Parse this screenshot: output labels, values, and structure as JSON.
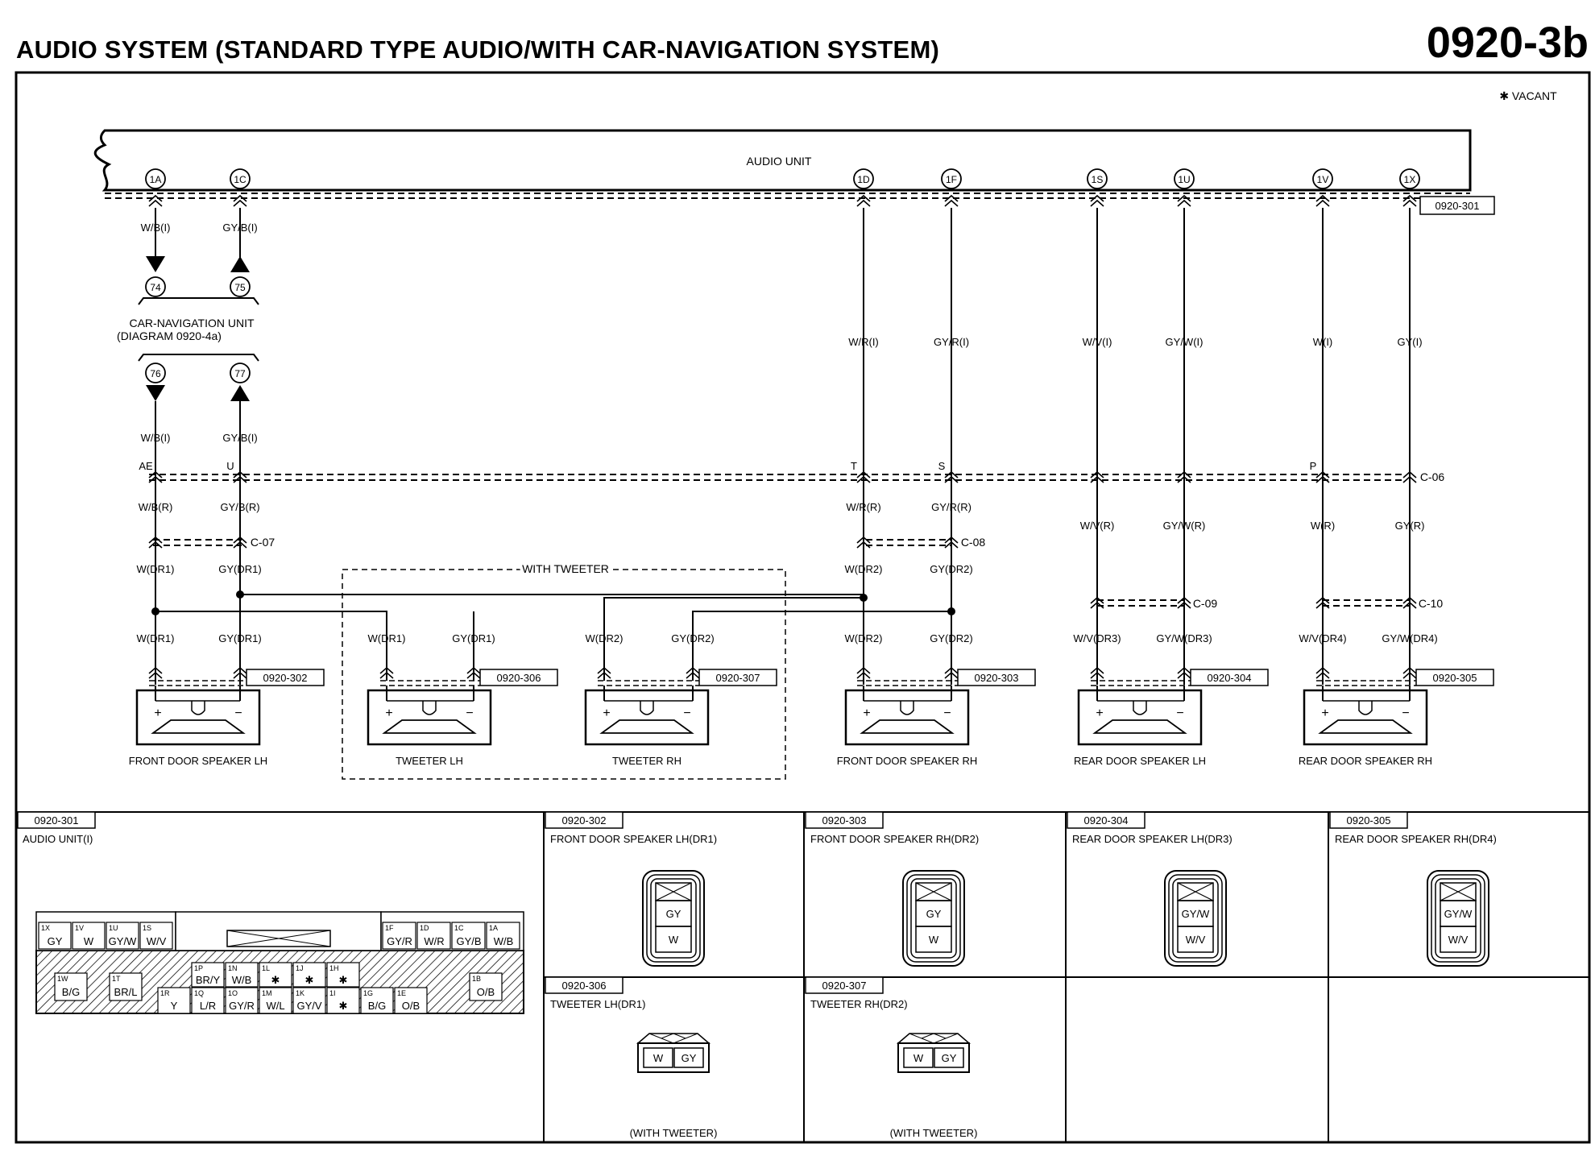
{
  "title": "AUDIO SYSTEM (STANDARD TYPE AUDIO/WITH CAR-NAVIGATION SYSTEM)",
  "diagram_number": "0920-3b",
  "legend": "✱ VACANT",
  "audio_unit": {
    "label": "AUDIO UNIT",
    "ref": "0920-301"
  },
  "nav_unit": {
    "label": "CAR-NAVIGATION UNIT",
    "sub": "(DIAGRAM 0920-4a)"
  },
  "with_tweeter_label": "WITH TWEETER",
  "connectors": {
    "c06": "C-06",
    "c07": "C-07",
    "c08": "C-08",
    "c09": "C-09",
    "c10": "C-10"
  },
  "circuits": [
    {
      "pin": "1A",
      "top": "W/B(I)",
      "nav_in": "74",
      "nav_out": "76",
      "nav_wire": "W/B(I)",
      "mid": "W/B(R)",
      "term": "AE",
      "low": "W(DR1)",
      "spk": "W(DR1)"
    },
    {
      "pin": "1C",
      "top": "GY/B(I)",
      "nav_in": "75",
      "nav_out": "77",
      "nav_wire": "GY/B(I)",
      "mid": "GY/B(R)",
      "term": "U",
      "low": "GY(DR1)",
      "spk": "GY(DR1)"
    },
    {
      "pin": "1D",
      "top": "W/R(I)",
      "mid": "W/R(R)",
      "term": "T",
      "low": "W(DR2)",
      "spk": "W(DR2)"
    },
    {
      "pin": "1F",
      "top": "GY/R(I)",
      "mid": "GY/R(R)",
      "term": "S",
      "low": "GY(DR2)",
      "spk": "GY(DR2)"
    },
    {
      "pin": "1S",
      "top": "W/V(I)",
      "mid": "W/V(R)",
      "low": "W/V(DR3)"
    },
    {
      "pin": "1U",
      "top": "GY/W(I)",
      "mid": "GY/W(R)",
      "low": "GY/W(DR3)"
    },
    {
      "pin": "1V",
      "top": "W(I)",
      "mid": "W(R)",
      "term": "P",
      "low": "W/V(DR4)"
    },
    {
      "pin": "1X",
      "top": "GY(I)",
      "mid": "GY(R)",
      "low": "GY/W(DR4)"
    }
  ],
  "tweeter_wires": {
    "lh_w": "W(DR1)",
    "lh_gy": "GY(DR1)",
    "rh_w": "W(DR2)",
    "rh_gy": "GY(DR2)"
  },
  "speakers": [
    {
      "ref": "0920-302",
      "name": "FRONT DOOR SPEAKER LH"
    },
    {
      "ref": "0920-306",
      "name": "TWEETER LH"
    },
    {
      "ref": "0920-307",
      "name": "TWEETER RH"
    },
    {
      "ref": "0920-303",
      "name": "FRONT DOOR SPEAKER RH"
    },
    {
      "ref": "0920-304",
      "name": "REAR DOOR SPEAKER LH"
    },
    {
      "ref": "0920-305",
      "name": "REAR DOOR SPEAKER RH"
    }
  ],
  "polarity": {
    "plus": "+",
    "minus": "−"
  },
  "panels": [
    {
      "ref": "0920-301",
      "title": "AUDIO UNIT(I)"
    },
    {
      "ref": "0920-302",
      "title": "FRONT DOOR SPEAKER LH(DR1)",
      "pins": [
        "GY",
        "W"
      ]
    },
    {
      "ref": "0920-303",
      "title": "FRONT DOOR SPEAKER RH(DR2)",
      "pins": [
        "GY",
        "W"
      ]
    },
    {
      "ref": "0920-304",
      "title": "REAR DOOR SPEAKER LH(DR3)",
      "pins": [
        "GY/W",
        "W/V"
      ]
    },
    {
      "ref": "0920-305",
      "title": "REAR DOOR SPEAKER RH(DR4)",
      "pins": [
        "GY/W",
        "W/V"
      ]
    },
    {
      "ref": "0920-306",
      "title": "TWEETER LH(DR1)",
      "pins": [
        "W",
        "GY"
      ],
      "note": "(WITH TWEETER)"
    },
    {
      "ref": "0920-307",
      "title": "TWEETER RH(DR2)",
      "pins": [
        "W",
        "GY"
      ],
      "note": "(WITH TWEETER)"
    }
  ],
  "audio_connector": {
    "top_left": [
      {
        "id": "1X",
        "wire": "GY"
      },
      {
        "id": "1V",
        "wire": "W"
      },
      {
        "id": "1U",
        "wire": "GY/W"
      },
      {
        "id": "1S",
        "wire": "W/V"
      }
    ],
    "top_right": [
      {
        "id": "1F",
        "wire": "GY/R"
      },
      {
        "id": "1D",
        "wire": "W/R"
      },
      {
        "id": "1C",
        "wire": "GY/B"
      },
      {
        "id": "1A",
        "wire": "W/B"
      }
    ],
    "side_left": [
      {
        "id": "1W",
        "wire": "B/G"
      },
      {
        "id": "1T",
        "wire": "BR/L"
      }
    ],
    "side_right": {
      "id": "1B",
      "wire": "O/B"
    },
    "mid_top": [
      {
        "id": "1P",
        "wire": "BR/Y"
      },
      {
        "id": "1N",
        "wire": "W/B"
      },
      {
        "id": "1L",
        "wire": "✱"
      },
      {
        "id": "1J",
        "wire": "✱"
      },
      {
        "id": "1H",
        "wire": "✱"
      }
    ],
    "mid_bottom": [
      {
        "id": "1R",
        "wire": "Y"
      },
      {
        "id": "1Q",
        "wire": "L/R"
      },
      {
        "id": "1O",
        "wire": "GY/R"
      },
      {
        "id": "1M",
        "wire": "W/L"
      },
      {
        "id": "1K",
        "wire": "GY/V"
      },
      {
        "id": "1I",
        "wire": "✱"
      },
      {
        "id": "1G",
        "wire": "B/G"
      },
      {
        "id": "1E",
        "wire": "O/B"
      }
    ]
  }
}
